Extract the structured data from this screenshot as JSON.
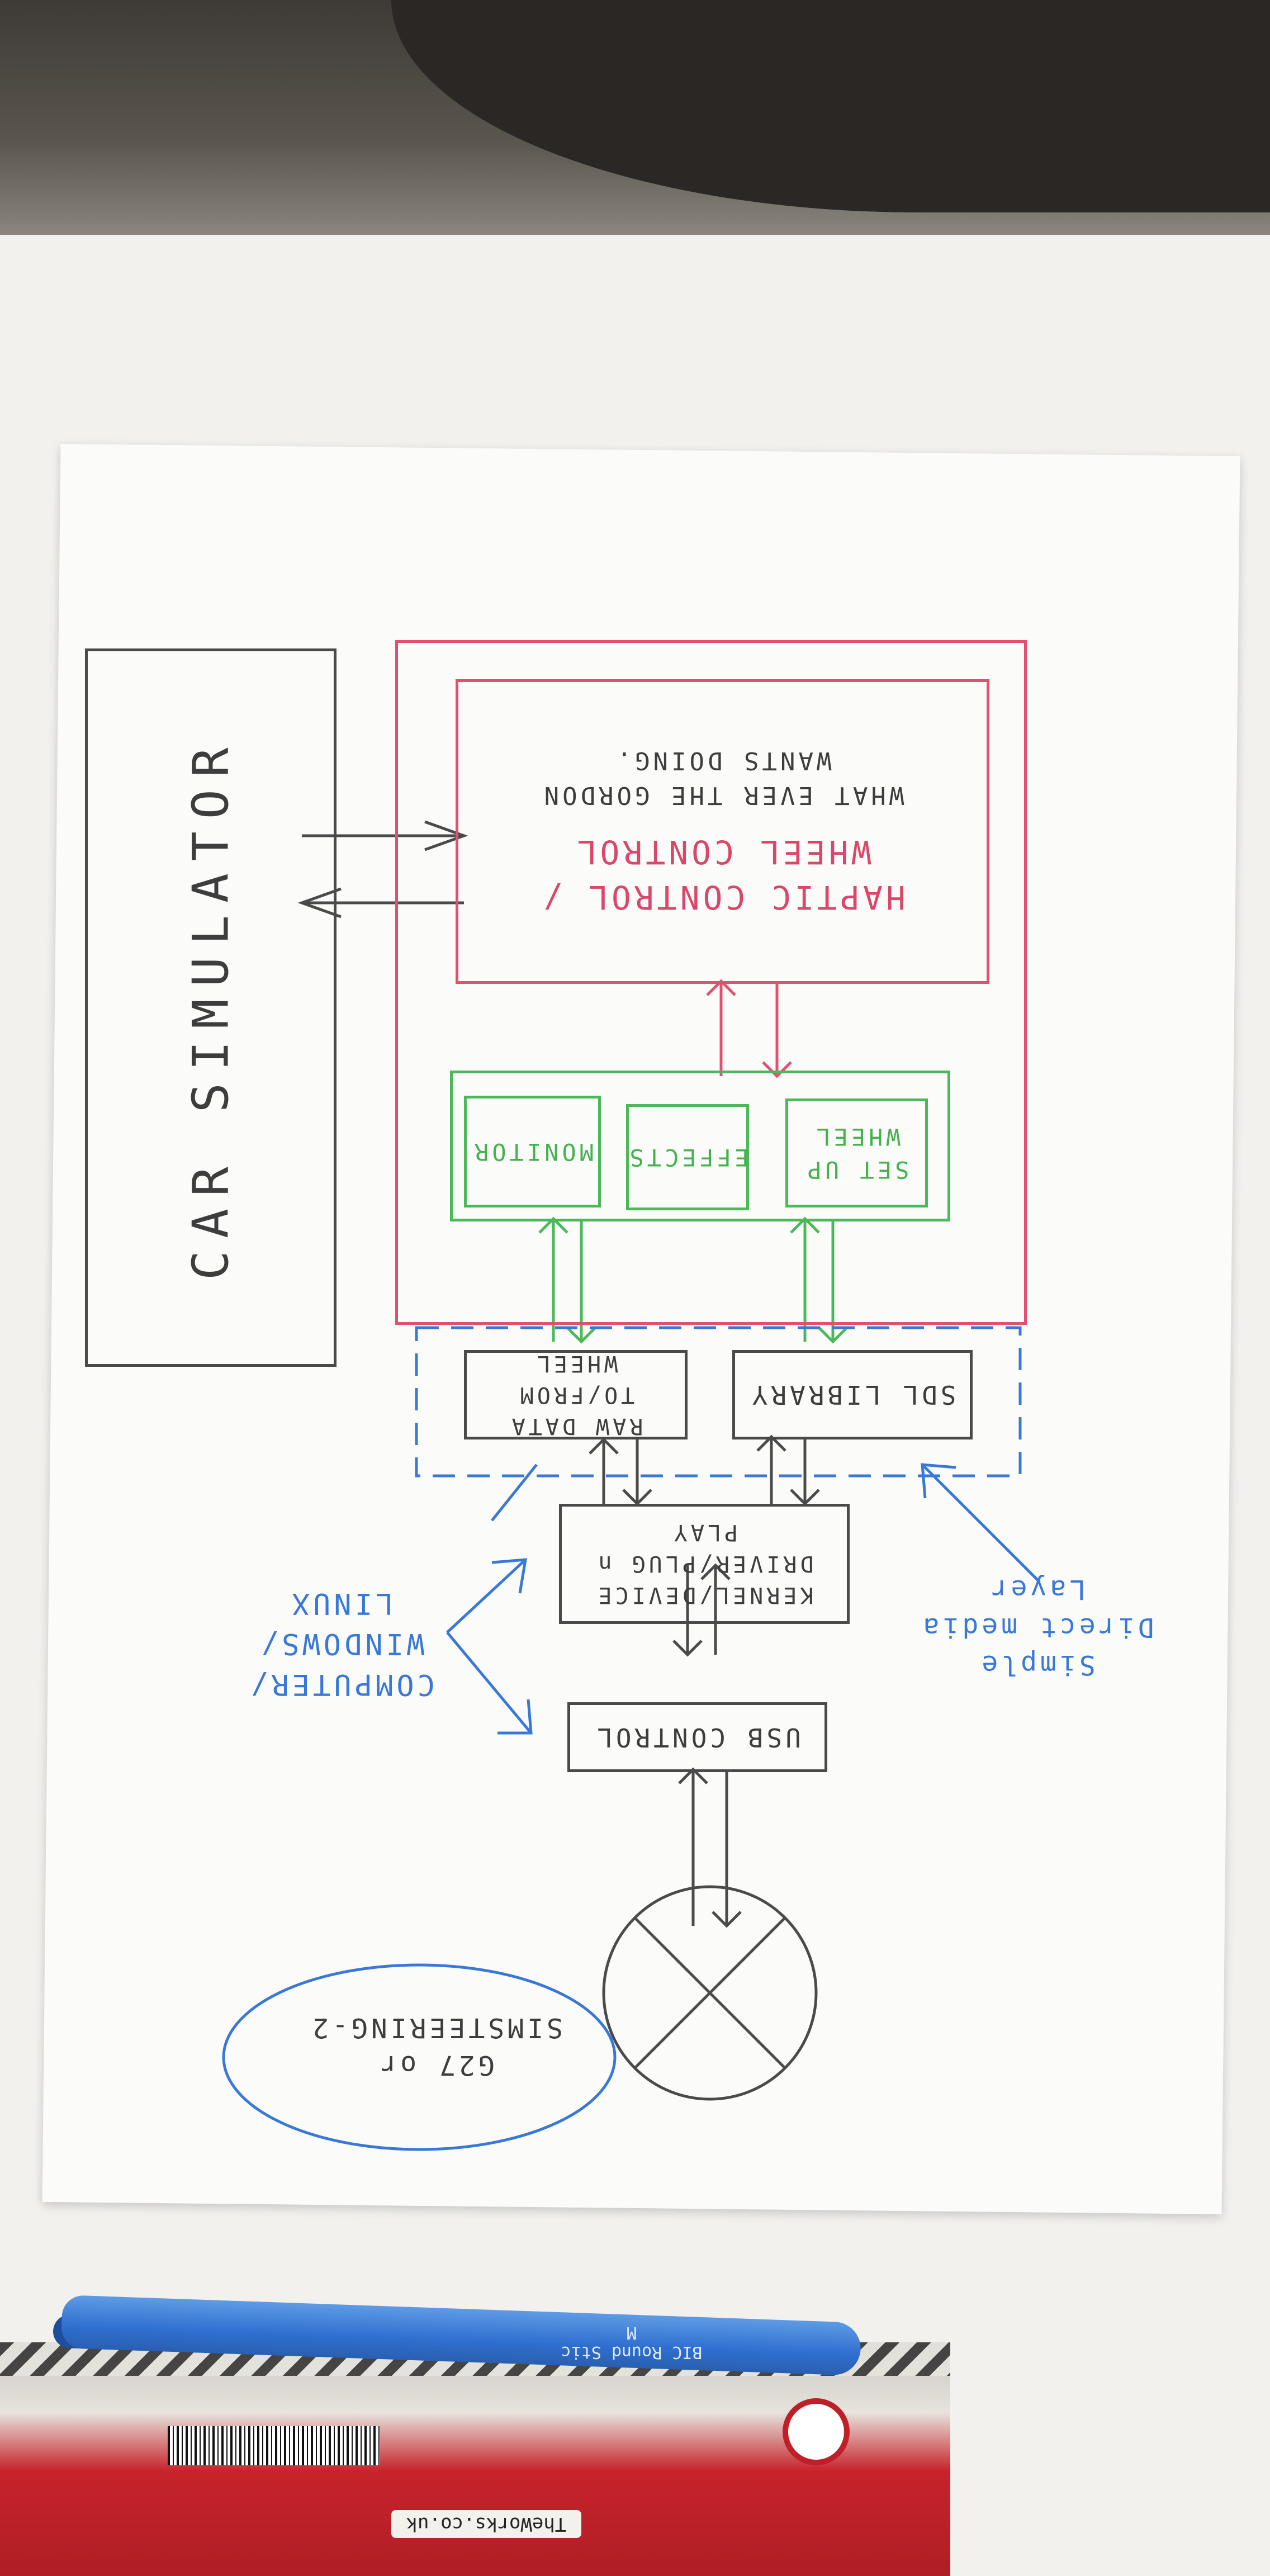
{
  "diagram": {
    "car_simulator": "CAR SIMULATOR",
    "haptic_box": {
      "title_line1": "HAPTIC CONTROL /",
      "title_line2": "WHEEL CONTROL",
      "note_line1": "WHAT EVER THE GORDON",
      "note_line2": "WANTS DOING."
    },
    "green_items": [
      "SET UP WHEEL",
      "EFFECTS",
      "MONITOR"
    ],
    "sdl_library": "SDL LIBRARY",
    "raw_data": "RAW DATA TO/FROM WHEEL",
    "kernel_driver": "KERNEL/DEVICE DRIVER/PLUG n PLAY",
    "usb_control": "USB CONTROL",
    "computer_note": "COMPUTER/ WINDOWS/ LINUX",
    "sdl_note": "Simple Direct media Layer",
    "wheel_note": "G27 or SIMSTEERING-2"
  },
  "colors": {
    "black_ink": "#4a4a4a",
    "red_ink": "#e0506f",
    "green_ink": "#4cb85a",
    "blue_ink": "#3a78d8"
  },
  "pen": {
    "label": "BIC Round Stic M"
  },
  "packet": {
    "label": "TheWorks.co.uk"
  }
}
